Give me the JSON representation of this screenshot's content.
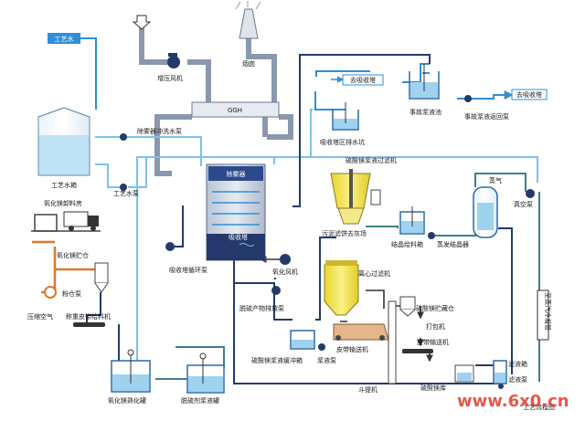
{
  "labels": {
    "process_water": "工艺水",
    "stack_fan": "增压风机",
    "chimney": "烟囱",
    "ggh": "GGH",
    "demister_pump": "除雾器冲洗水泵",
    "process_water_tank": "工艺水箱",
    "process_water_pump": "工艺水泵",
    "demister": "除雾器",
    "absorber": "吸收塔",
    "absorber_pump": "吸收塔循环泵",
    "oxidation_fan": "氧化风机",
    "mg_unload": "氧化镁卸料房",
    "mg_silo": "氧化镁贮仓",
    "powder_pump": "粉仓泵",
    "compressed_air": "压缩空气",
    "weigh_belt": "称重皮带给料机",
    "mg_tank": "氧化镁熟化罐",
    "absorbent_tank": "脱硫剂浆液罐",
    "byproduct_pump": "脱硫产物排放泵",
    "buffer_tank": "硫酸镁浆液缓冲箱",
    "slurry_pump": "浆液泵",
    "filter_press": "硫酸镁浆液过滤机",
    "mud_cake": "污泥滤饼去灰场",
    "crystal_feed": "结晶给料箱",
    "evap_crystal": "蒸发结晶器",
    "steam": "蒸气",
    "vacuum_pump": "真空泵",
    "centrifuge": "离心过滤机",
    "belt_conveyor1": "皮带输送机",
    "bucket_elevator": "斗提机",
    "mgso4_silo": "硫酸镁贮藏仓",
    "packing": "打包机",
    "belt_conveyor2": "皮带输送机",
    "mgso4_store": "硫酸镁库",
    "filter_tank": "滤液箱",
    "filter_pump": "滤液泵",
    "to_absorber1": "去吸收塔",
    "to_absorber2": "去吸收塔",
    "accident_pool": "事故浆液池",
    "accident_pump": "事故浆液返回泵",
    "absorber_drain": "吸收塔区排水坑",
    "dry_outlet": "至蒸汽冷凝管",
    "process_flow": "工艺流程图",
    "watermark": "www.6x0.cn"
  },
  "colors": {
    "pipe_gray": "#8a98ad",
    "water_blue": "#2f8fd6",
    "tank_fill": "#cfe9f7",
    "dark_navy": "#233a6b",
    "orange": "#e0772a",
    "yellow": "#f2e34a",
    "watermark_red": "#e23a2a"
  }
}
